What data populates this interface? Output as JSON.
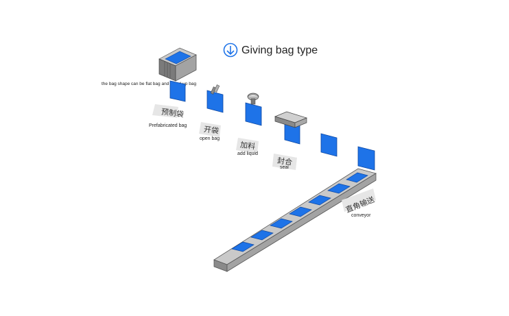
{
  "title": "Giving bag type",
  "note": "the bag shape can be flat bag and stand-up bag",
  "colors": {
    "bag_blue": "#1e73e8",
    "bag_edge": "#0d47a1",
    "machine_gray": "#8a8a8a",
    "label_gray": "#e6e6e6",
    "title_blue": "#1e73e8"
  },
  "stations": [
    {
      "cn": "预制袋",
      "en": "Prefabricated bag"
    },
    {
      "cn": "开袋",
      "en": "open bag"
    },
    {
      "cn": "加料",
      "en": "add liquid"
    },
    {
      "cn": "封合",
      "en": "seal"
    },
    {
      "cn": "直角输送",
      "en": "conveyor"
    }
  ],
  "icons": [
    "down-arrow-circle-icon",
    "bag-magazine-icon",
    "gripper-icon",
    "filling-nozzle-icon",
    "sealing-bar-icon"
  ]
}
